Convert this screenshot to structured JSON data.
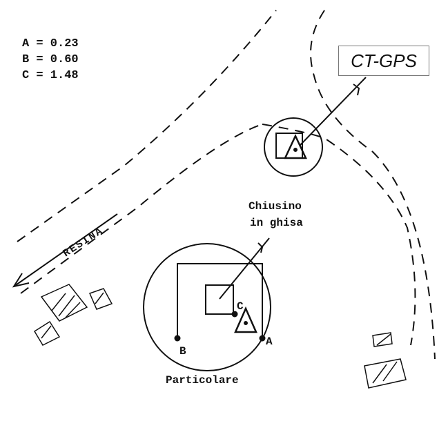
{
  "legend": [
    {
      "label": "A = 0.23"
    },
    {
      "label": "B = 0.60"
    },
    {
      "label": "C = 1.48"
    }
  ],
  "ct_gps_label": "CT-GPS",
  "chiusino_label_line1": "Chiusino",
  "chiusino_label_line2": "in ghisa",
  "road_label": "RESINA",
  "detail_label": "Particolare",
  "point_a": "A",
  "point_b": "B",
  "point_c": "C"
}
